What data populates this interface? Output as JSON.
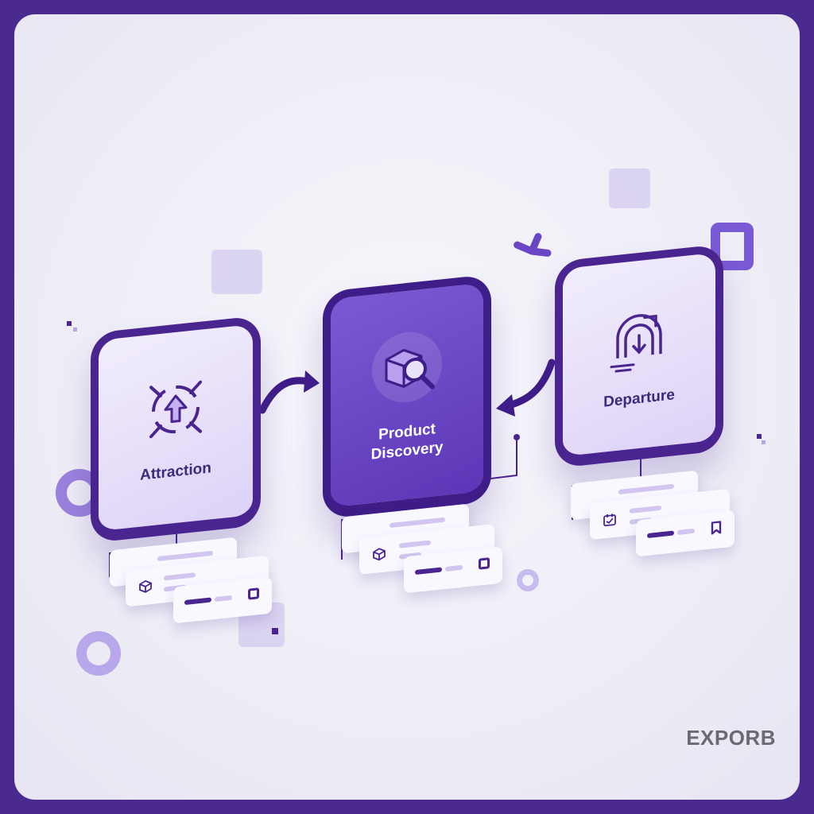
{
  "stages": [
    {
      "label": "Attraction",
      "icon": "target-arrow-icon"
    },
    {
      "label": "Product\nDiscovery",
      "icon": "box-magnifier-icon"
    },
    {
      "label": "Departure",
      "icon": "return-arrow-icon"
    }
  ],
  "brand": {
    "logo_text": "EXPORB"
  },
  "colors": {
    "frame": "#4a2a8e",
    "card_border": "#4a2590",
    "card_light": "#e6defa",
    "card_dark": "#6a46c4",
    "background": "#efeef6"
  }
}
